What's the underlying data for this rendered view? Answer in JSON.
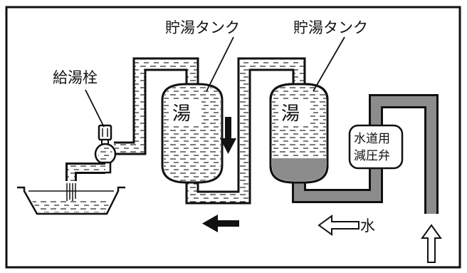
{
  "labels": {
    "tank_label_1": "貯湯タンク",
    "tank_label_2": "貯湯タンク",
    "faucet_label": "給湯栓",
    "tank_content_1": "湯",
    "tank_content_2": "湯",
    "valve_label_line1": "水道用",
    "valve_label_line2": "減圧弁",
    "water_label": "水"
  },
  "colors": {
    "outline": "#111111",
    "background": "#ffffff",
    "cold_water_pipe": "#8c8c8c",
    "cold_water_in_tank": "#8c8c8c"
  },
  "icons": {
    "flow_down": "arrow-down-icon",
    "flow_left": "arrow-left-icon",
    "water_in_left": "hollow-arrow-left-icon",
    "water_in_up": "hollow-arrow-up-icon"
  }
}
